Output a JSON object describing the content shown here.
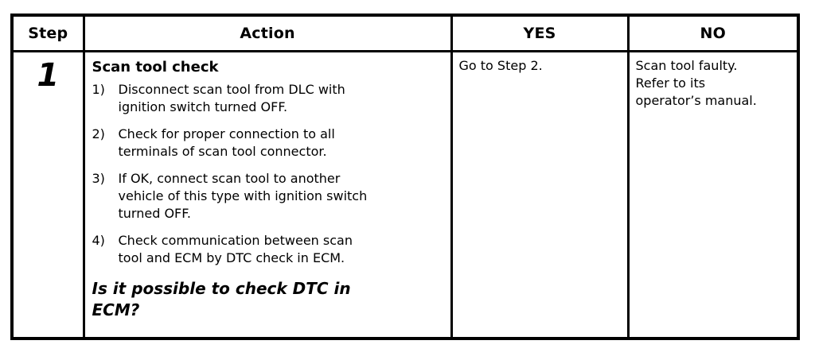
{
  "colors": {
    "background": "#ffffff",
    "border": "#000000",
    "text": "#000000"
  },
  "table": {
    "headers": [
      {
        "id": "step",
        "label": "Step"
      },
      {
        "id": "action",
        "label": "Action"
      },
      {
        "id": "yes",
        "label": "YES"
      },
      {
        "id": "no",
        "label": "NO"
      }
    ],
    "rows": [
      {
        "step_number": "1",
        "action": {
          "title": "Scan tool check",
          "items": [
            {
              "num": "1)",
              "text": "Disconnect scan tool from DLC with\nignition switch turned OFF."
            },
            {
              "num": "2)",
              "text": "Check for proper connection to all\nterminals of scan tool connector."
            },
            {
              "num": "3)",
              "text": "If OK, connect scan tool to another\nvehicle of this type with ignition switch\nturned OFF."
            },
            {
              "num": "4)",
              "text": "Check communication between scan\ntool and ECM by DTC check in ECM."
            }
          ],
          "question": "Is it possible to check DTC in\nECM?"
        },
        "yes": "Go to Step 2.",
        "no": "Scan tool faulty.\nRefer to its\noperator’s manual."
      }
    ]
  }
}
